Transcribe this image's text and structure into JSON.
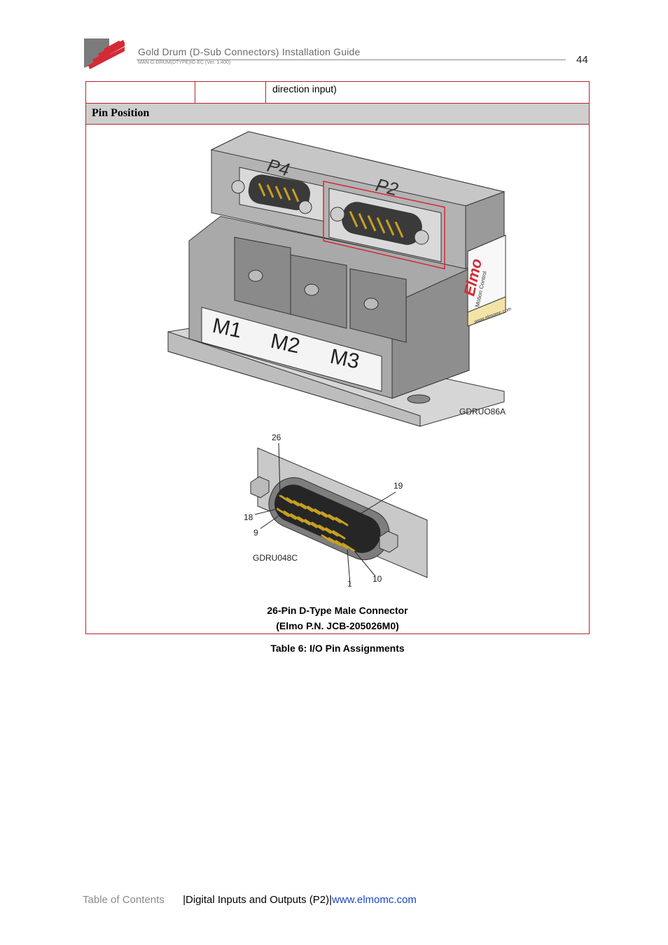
{
  "header": {
    "title": "Gold Drum (D-Sub Connectors) Installation Guide",
    "doc_code": "MAN-G-DRUM(DTYPE)IG-EC (Ver. 1.400)",
    "page_number": "44"
  },
  "table": {
    "row_continuation_text": "direction input)",
    "section_label": "Pin Position",
    "figure1": {
      "label_ports": [
        "P4",
        "P2"
      ],
      "label_motors": [
        "M1",
        "M2",
        "M3"
      ],
      "brand": "Elmo",
      "brand_sub": "Motion Control",
      "brand_url": "www.elmomc.com",
      "figure_code": "GDRUO86A"
    },
    "figure2": {
      "pin_labels": [
        "26",
        "19",
        "18",
        "9",
        "1",
        "10"
      ],
      "figure_code": "GDRU048C"
    },
    "caption_line1": "26-Pin D-Type Male Connector",
    "caption_line2": "(Elmo P.N. JCB-205026M0)"
  },
  "table_caption": "Table 6: I/O Pin Assignments",
  "footer": {
    "toc": "Table of Contents",
    "separator_left": "|",
    "section": "Digital Inputs and Outputs (P2)",
    "separator_right": "|",
    "link": "www.elmomc.com"
  },
  "colors": {
    "border": "#b5262d",
    "logo_red": "#d42a35",
    "link_blue": "#1a44c8",
    "gold_pin": "#c8a020"
  }
}
